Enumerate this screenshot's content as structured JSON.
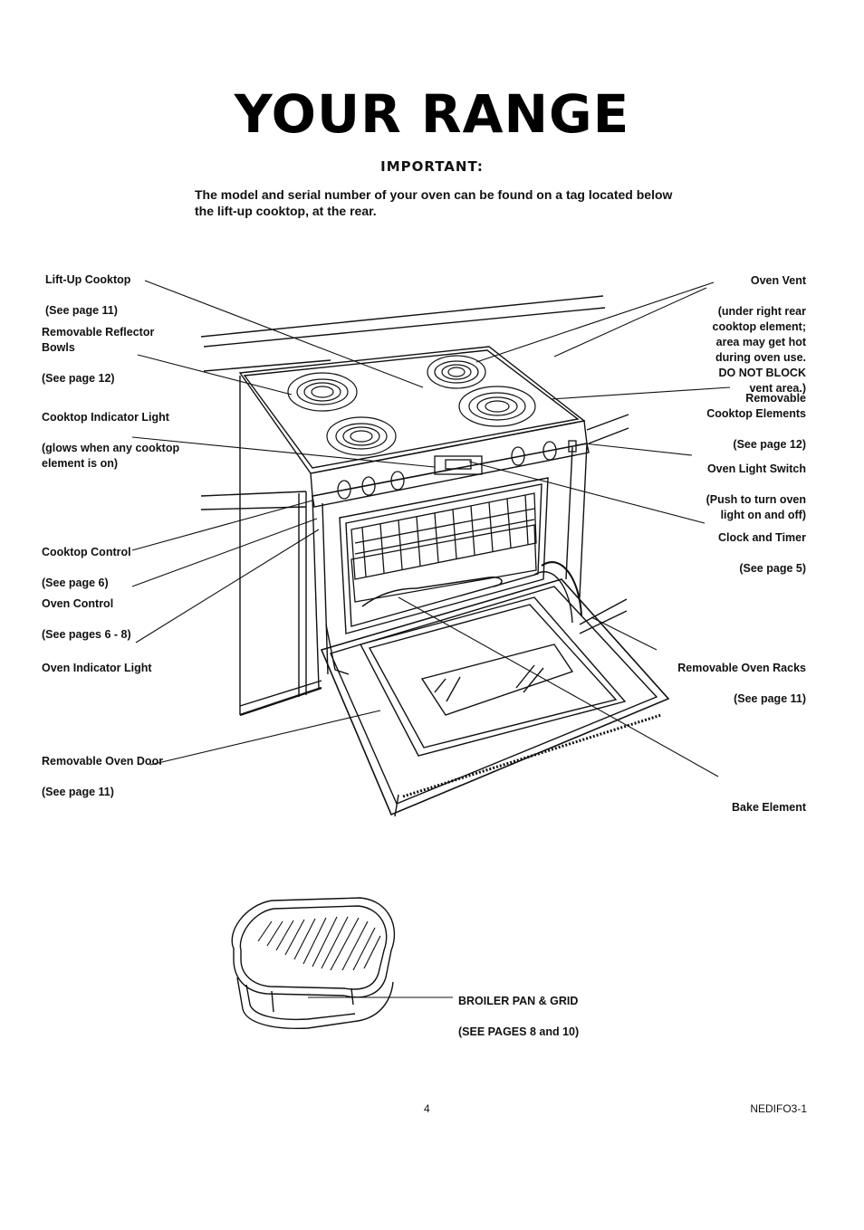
{
  "page": {
    "title": "YOUR RANGE",
    "important_heading": "IMPORTANT:",
    "important_text": "The model and serial number of your oven can be found on a tag located below the lift-up cooktop, at the rear.",
    "page_number": "4",
    "doc_code": "NEDIFO3-1"
  },
  "labels": {
    "lift_up_cooktop": {
      "title": "Lift-Up Cooktop",
      "sub": "(See page 11)"
    },
    "reflector_bowls": {
      "title": "Removable Reflector\nBowls",
      "sub": "(See page 12)"
    },
    "indicator_light": {
      "title": "Cooktop Indicator Light",
      "sub": "(glows when any cooktop\nelement is on)"
    },
    "cooktop_control": {
      "title": "Cooktop Control",
      "sub": "(See page 6)"
    },
    "oven_control": {
      "title": "Oven Control",
      "sub": "(See pages 6 - 8)"
    },
    "oven_indicator": {
      "title": "Oven Indicator Light",
      "sub": ""
    },
    "oven_door": {
      "title": "Removable Oven Door",
      "sub": "(See page 11)"
    },
    "oven_vent": {
      "title": "Oven Vent",
      "sub": "(under right rear\ncooktop element;\narea may get hot\nduring oven use.\nDO NOT BLOCK\nvent area.)"
    },
    "cooktop_elements": {
      "title": "Removable\nCooktop Elements",
      "sub": "(See page 12)"
    },
    "light_switch": {
      "title": "Oven Light Switch",
      "sub": "(Push to turn oven\nlight on and off)"
    },
    "clock_timer": {
      "title": "Clock and Timer",
      "sub": "(See page 5)"
    },
    "oven_racks": {
      "title": "Removable Oven Racks",
      "sub": "(See page 11)"
    },
    "bake_element": {
      "title": "Bake Element",
      "sub": ""
    },
    "broiler_pan": {
      "title": "BROILER PAN & GRID",
      "sub": "(SEE PAGES 8 and 10)"
    }
  },
  "icons": {
    "range": "range-illustration-icon",
    "broiler": "broiler-pan-icon"
  }
}
